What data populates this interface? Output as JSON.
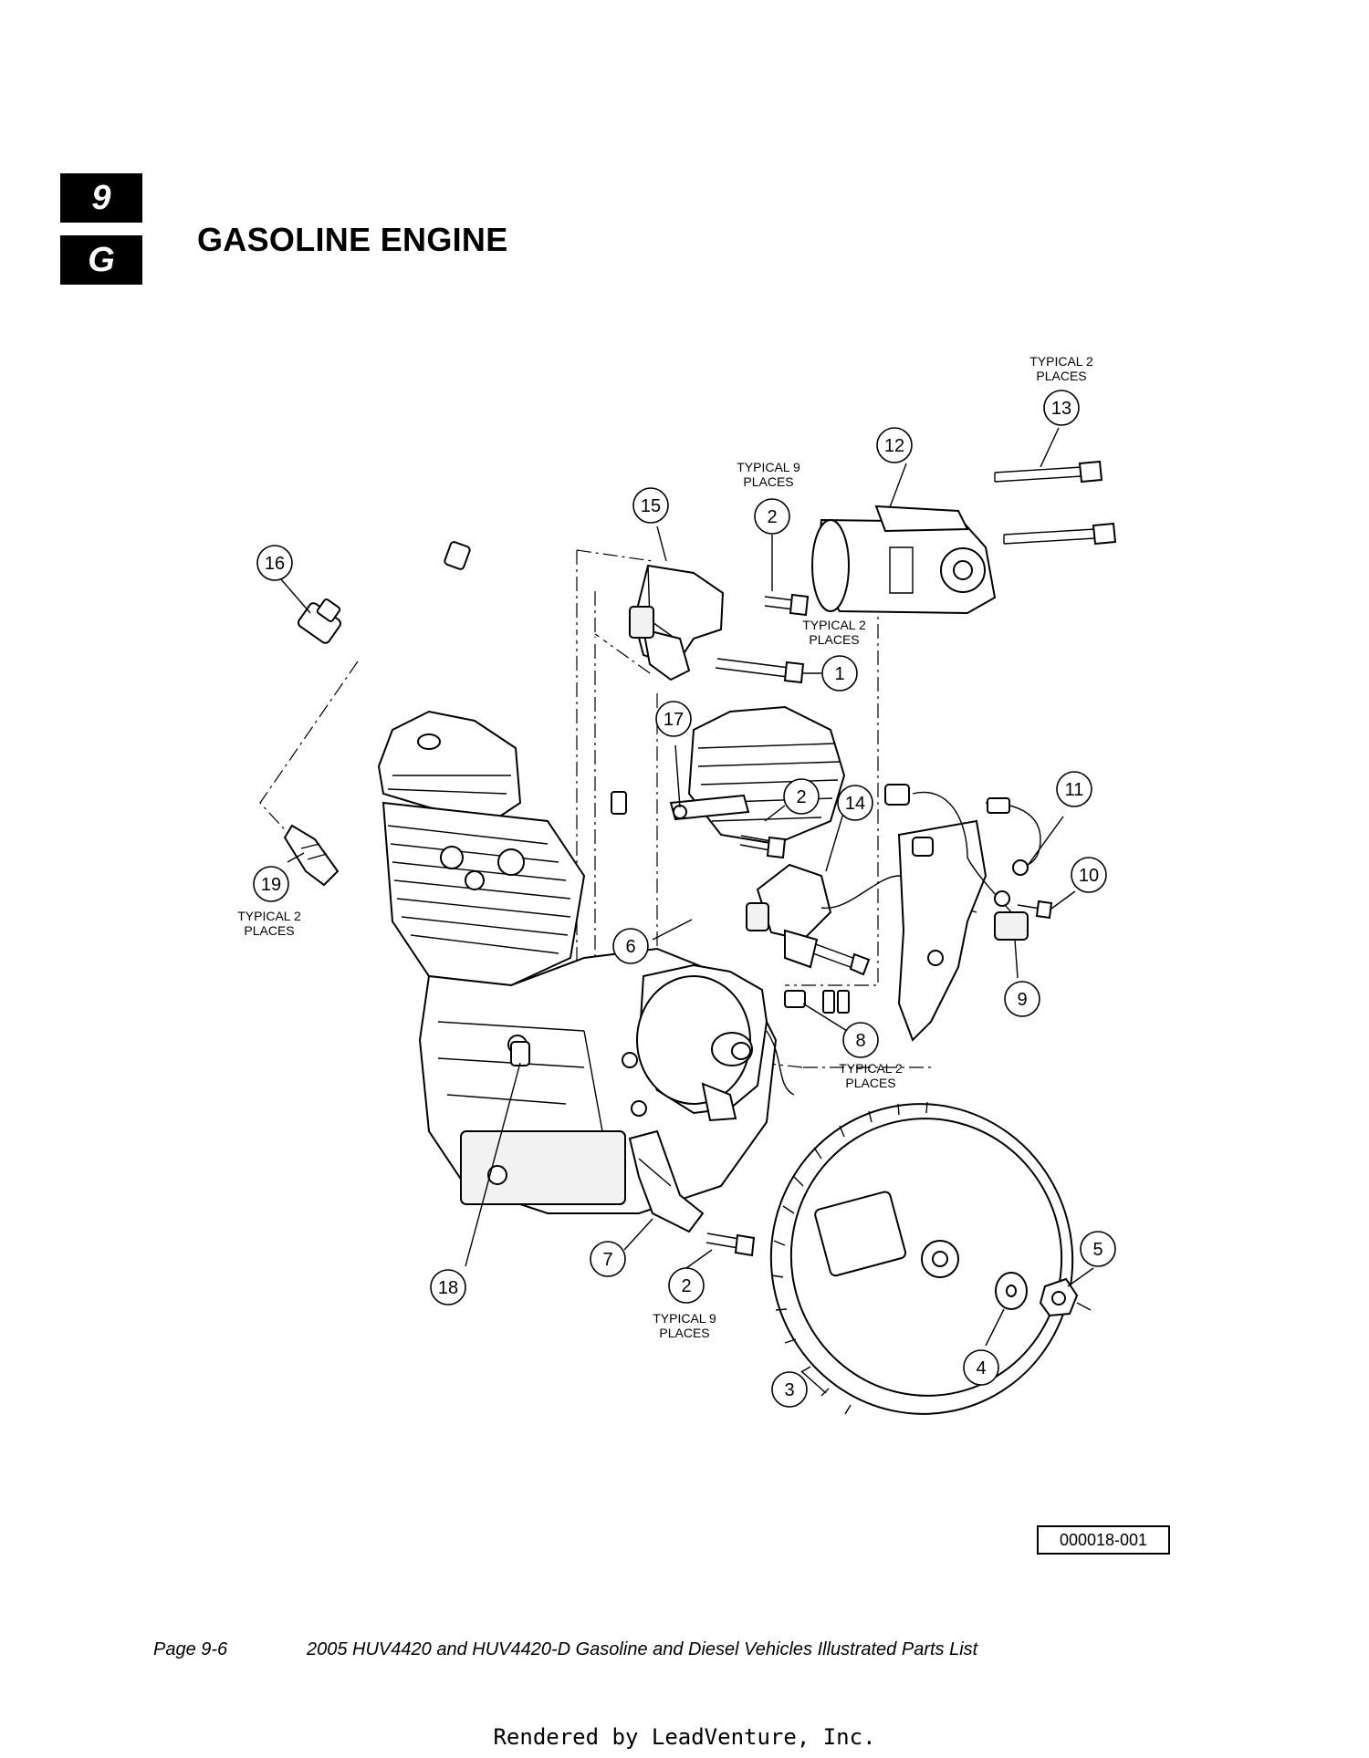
{
  "section_tab": {
    "number": "9",
    "letter": "G"
  },
  "title": "GASOLINE ENGINE",
  "callouts": [
    {
      "id": "c1",
      "number": "1"
    },
    {
      "id": "c2a",
      "number": "2"
    },
    {
      "id": "c2b",
      "number": "2"
    },
    {
      "id": "c2c",
      "number": "2"
    },
    {
      "id": "c3",
      "number": "3"
    },
    {
      "id": "c4",
      "number": "4"
    },
    {
      "id": "c5",
      "number": "5"
    },
    {
      "id": "c6",
      "number": "6"
    },
    {
      "id": "c7",
      "number": "7"
    },
    {
      "id": "c8",
      "number": "8"
    },
    {
      "id": "c9",
      "number": "9"
    },
    {
      "id": "c10",
      "number": "10"
    },
    {
      "id": "c11",
      "number": "11"
    },
    {
      "id": "c12",
      "number": "12"
    },
    {
      "id": "c13",
      "number": "13"
    },
    {
      "id": "c14",
      "number": "14"
    },
    {
      "id": "c15",
      "number": "15"
    },
    {
      "id": "c16",
      "number": "16"
    },
    {
      "id": "c17",
      "number": "17"
    },
    {
      "id": "c18",
      "number": "18"
    },
    {
      "id": "c19",
      "number": "19"
    }
  ],
  "notes": {
    "typical_9_top": [
      "TYPICAL 9",
      "PLACES"
    ],
    "typical_2_starter": [
      "TYPICAL 2",
      "PLACES"
    ],
    "typical_2_coil": [
      "TYPICAL 2",
      "PLACES"
    ],
    "typical_2_plug": [
      "TYPICAL 2",
      "PLACES"
    ],
    "typical_2_connector": [
      "TYPICAL 2",
      "PLACES"
    ],
    "typical_9_bottom": [
      "TYPICAL 9",
      "PLACES"
    ]
  },
  "drawing_number": "000018-001",
  "footer": {
    "page": "Page 9-6",
    "document_title": "2005 HUV4420 and HUV4420-D Gasoline and Diesel Vehicles Illustrated Parts List"
  },
  "render_credit": "Rendered by LeadVenture, Inc."
}
